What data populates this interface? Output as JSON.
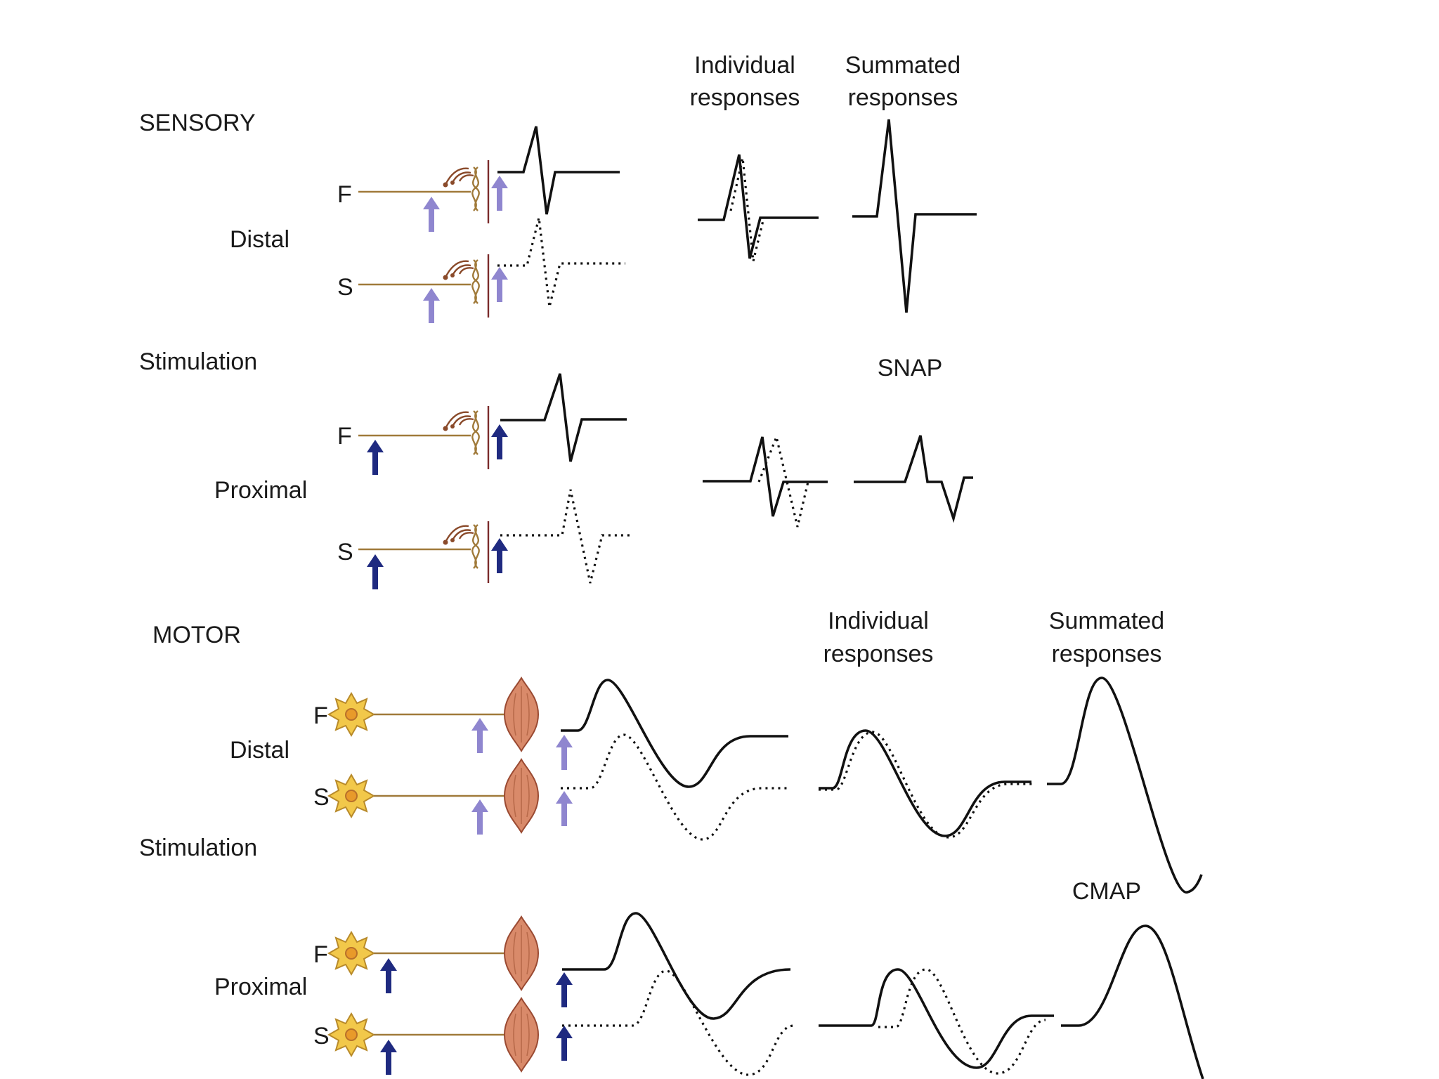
{
  "sensory": {
    "heading": "SENSORY",
    "distal_label": "Distal",
    "stimulation_label": "Stimulation",
    "proximal_label": "Proximal",
    "fiber_fast": "F",
    "fiber_slow": "S",
    "individual_header_line1": "Individual",
    "individual_header_line2": "responses",
    "summated_header_line1": "Summated",
    "summated_header_line2": "responses",
    "result_label": "SNAP"
  },
  "motor": {
    "heading": "MOTOR",
    "distal_label": "Distal",
    "stimulation_label": "Stimulation",
    "proximal_label": "Proximal",
    "fiber_fast": "F",
    "fiber_slow": "S",
    "individual_header_line1": "Individual",
    "individual_header_line2": "responses",
    "summated_header_line1": "Summated",
    "summated_header_line2": "responses",
    "result_label": "CMAP"
  },
  "colors": {
    "distal_arrow": "#8f86cf",
    "proximal_arrow": "#1f2a80",
    "axon": "#a07a3a",
    "muscle": "#d98a6a",
    "neuron_body": "#f2c84a",
    "trace": "#111111"
  },
  "icons": {
    "stimulus_arrow": "arrow-up-icon",
    "sensory_receptor": "sensory-receptor-icon",
    "motor_neuron": "motor-neuron-icon",
    "muscle_fiber": "muscle-fiber-icon"
  }
}
